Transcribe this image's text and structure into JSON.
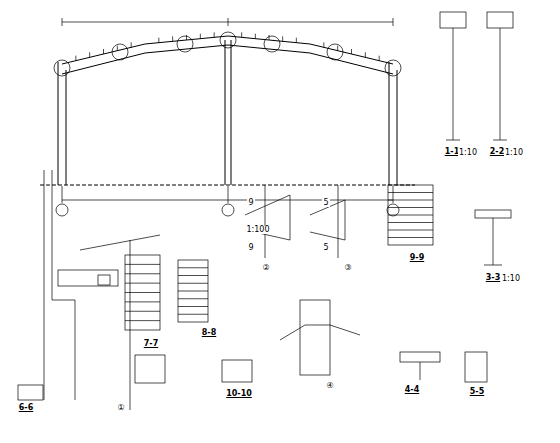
{
  "diagram": {
    "labels": [
      "1-1",
      "1:10",
      "2-2",
      "1:10",
      "1:100",
      "8-8",
      "9-9",
      "3-3",
      "1:10",
      "4-4",
      "5-5",
      "6-6",
      "7-7",
      "10-10",
      "9",
      "5",
      "9",
      "5",
      "①",
      "②",
      "③",
      "④"
    ]
  }
}
